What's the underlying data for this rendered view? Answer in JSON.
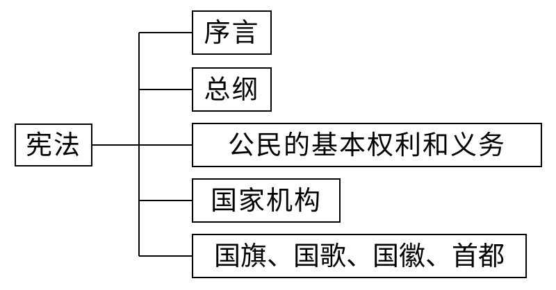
{
  "root": {
    "label": "宪法"
  },
  "branches": [
    {
      "label": "序言"
    },
    {
      "label": "总纲"
    },
    {
      "label": "公民的基本权利和义务"
    },
    {
      "label": "国家机构"
    },
    {
      "label": "国旗、国歌、国徽、首都"
    }
  ]
}
